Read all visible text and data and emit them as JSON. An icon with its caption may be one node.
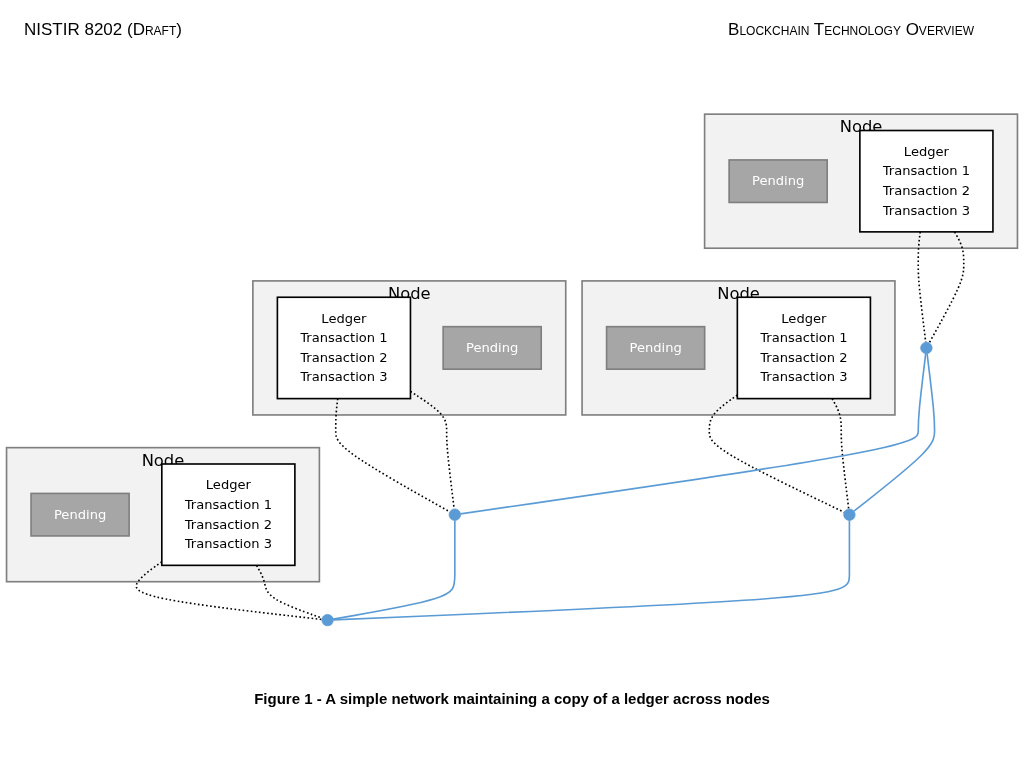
{
  "diagram": {
    "caption": "Figure 1 - A simple network maintaining a copy of a ledger across nodes",
    "nodes": [
      {
        "text": [
          "Node"
        ]
      },
      {
        "text": [
          "Pending"
        ],
        "in": 0
      },
      {
        "text": [
          "Ledger",
          "Transaction 1",
          "Transaction 2",
          "Transaction 3"
        ],
        "in": 0
      },
      {
        "text": [],
        "shape": "circle"
      },
      {
        "text": [
          "Node"
        ]
      },
      {
        "text": [
          "Pending"
        ],
        "in": 4
      },
      {
        "text": [
          "Ledger",
          "Transaction 1",
          "Transaction 2",
          "Transaction 3"
        ],
        "in": 4
      },
      {
        "text": [],
        "shape": "circle"
      },
      {
        "text": [],
        "shape": "circle"
      },
      {
        "text": [
          "Node"
        ]
      },
      {
        "text": [
          "Ledger",
          "Transaction 1",
          "Transaction 2",
          "Transaction 3"
        ],
        "in": 9
      },
      {
        "text": [
          "Pending"
        ],
        "in": 9
      },
      {
        "text": [],
        "shape": "circle"
      },
      {
        "text": [
          "Node"
        ]
      },
      {
        "text": [
          "Pending"
        ],
        "in": 13
      },
      {
        "text": [
          "Ledger",
          "Transaction 1",
          "Transaction 2",
          "Transaction 3"
        ],
        "in": 13
      }
    ],
    "edges": [
      {
        "from": 2,
        "to": 3,
        "arrow": "none",
        "style": "dashed"
      },
      {
        "from": 2,
        "to": 3,
        "arrow": "none",
        "style": "dashed"
      },
      {
        "from": 6,
        "to": 7,
        "arrow": "none",
        "style": "dashed"
      },
      {
        "from": 6,
        "to": 7,
        "arrow": "none",
        "style": "dashed"
      },
      {
        "from": 10,
        "to": 8,
        "arrow": "none",
        "style": "dashed"
      },
      {
        "from": 10,
        "to": 8,
        "arrow": "none",
        "style": "dashed"
      },
      {
        "from": 3,
        "to": 7,
        "arrow": "none",
        "color": "#5b9bd5"
      },
      {
        "from": 3,
        "to": 8,
        "arrow": "none",
        "color": "#5b9bd5"
      },
      {
        "from": 7,
        "to": 12,
        "arrow": "none",
        "color": "#5b9bd5"
      },
      {
        "from": 8,
        "to": 12,
        "arrow": "none",
        "color": "#5b9bd5"
      },
      {
        "from": 15,
        "to": 12,
        "arrow": "none",
        "style": "dashed"
      },
      {
        "from": 15,
        "to": 12,
        "arrow": "none",
        "style": "dashed"
      }
    ],
    "labels": [
      "NISTIR 8202 (Draft)",
      "Blockchain Technology Overview"
    ]
  }
}
